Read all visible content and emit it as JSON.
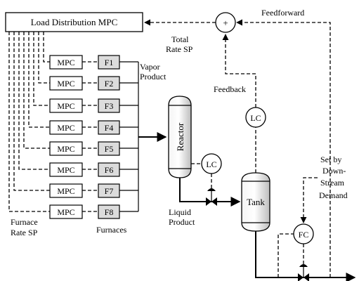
{
  "controller_title": "Load Distribution MPC",
  "summer_symbol": "+",
  "labels": {
    "feedforward": "Feedforward",
    "total_rate_sp": [
      "Total",
      "Rate SP"
    ],
    "feedback": "Feedback",
    "vapor_product": [
      "Vapor",
      "Product"
    ],
    "liquid_product": [
      "Liquid",
      "Product"
    ],
    "furnace_rate_sp": [
      "Furnace",
      "Rate SP"
    ],
    "furnaces": "Furnaces",
    "set_by": [
      "Set by",
      "Down-",
      "Stream",
      "Demand"
    ]
  },
  "mpc_label": "MPC",
  "furnaces": [
    "F1",
    "F2",
    "F3",
    "F4",
    "F5",
    "F6",
    "F7",
    "F8"
  ],
  "reactor_label": "Reactor",
  "tank_label": "Tank",
  "level_controller_label": "LC",
  "flow_controller_label": "FC",
  "colors": {
    "furnace_fill": "#dcdcdc",
    "vessel_fill": "#d9d9d9",
    "line": "#000000"
  }
}
